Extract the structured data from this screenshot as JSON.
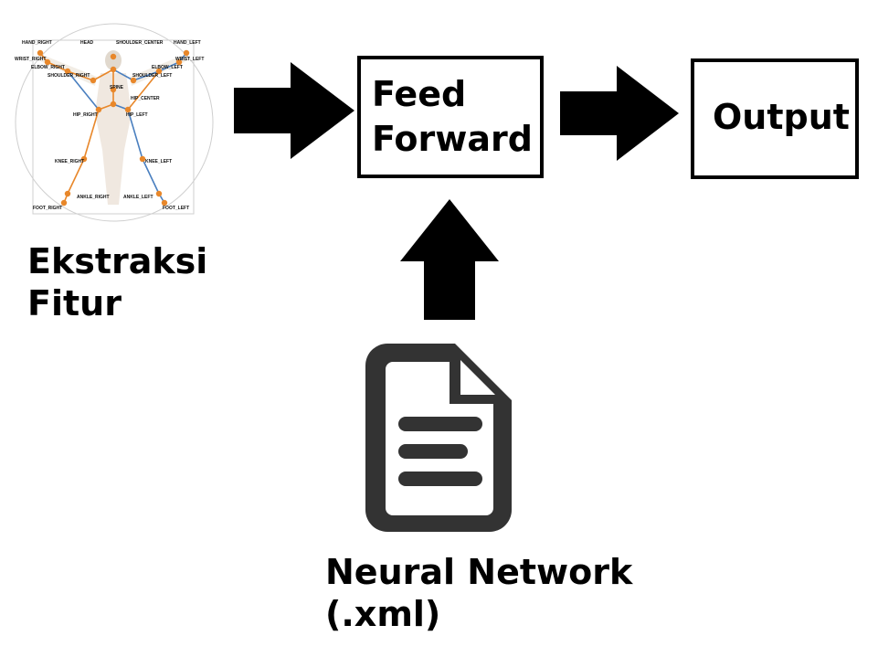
{
  "skeleton": {
    "joints": {
      "hand_right": "HAND_RIGHT",
      "head": "HEAD",
      "shoulder_center": "SHOULDER_CENTER",
      "hand_left": "HAND_LEFT",
      "wrist_right": "WRIST_RIGHT",
      "wrist_left": "WRIST_LEFT",
      "elbow_right": "ELBOW_RIGHT",
      "elbow_left": "ELBOW_LEFT",
      "shoulder_right": "SHOULDER_RIGHT",
      "shoulder_left": "SHOULDER_LEFT",
      "spine": "SPINE",
      "hip_center": "HIP_CENTER",
      "hip_right": "HIP_RIGHT",
      "hip_left": "HIP_LEFT",
      "knee_right": "KNEE_RIGHT",
      "knee_left": "KNEE_LEFT",
      "ankle_right": "ANKLE_RIGHT",
      "ankle_left": "ANKLE_LEFT",
      "foot_right": "FOOT_RIGHT",
      "foot_left": "FOOT_LEFT"
    },
    "joint_color": "#e8872a",
    "bone_color_right": "#e8872a",
    "bone_color_left": "#4a7fbf"
  },
  "labels": {
    "feature_extraction_line1": "Ekstraksi",
    "feature_extraction_line2": "Fitur",
    "feed_forward_line1": "Feed",
    "feed_forward_line2": "Forward",
    "output": "Output",
    "neural_network_line1": "Neural Network",
    "neural_network_line2": "(.xml)"
  },
  "icons": {
    "document": "document-icon",
    "arrow_right": "arrow-right-icon",
    "arrow_up": "arrow-up-icon"
  },
  "colors": {
    "foreground": "#000000",
    "icon_dark": "#333333",
    "background": "#ffffff"
  }
}
